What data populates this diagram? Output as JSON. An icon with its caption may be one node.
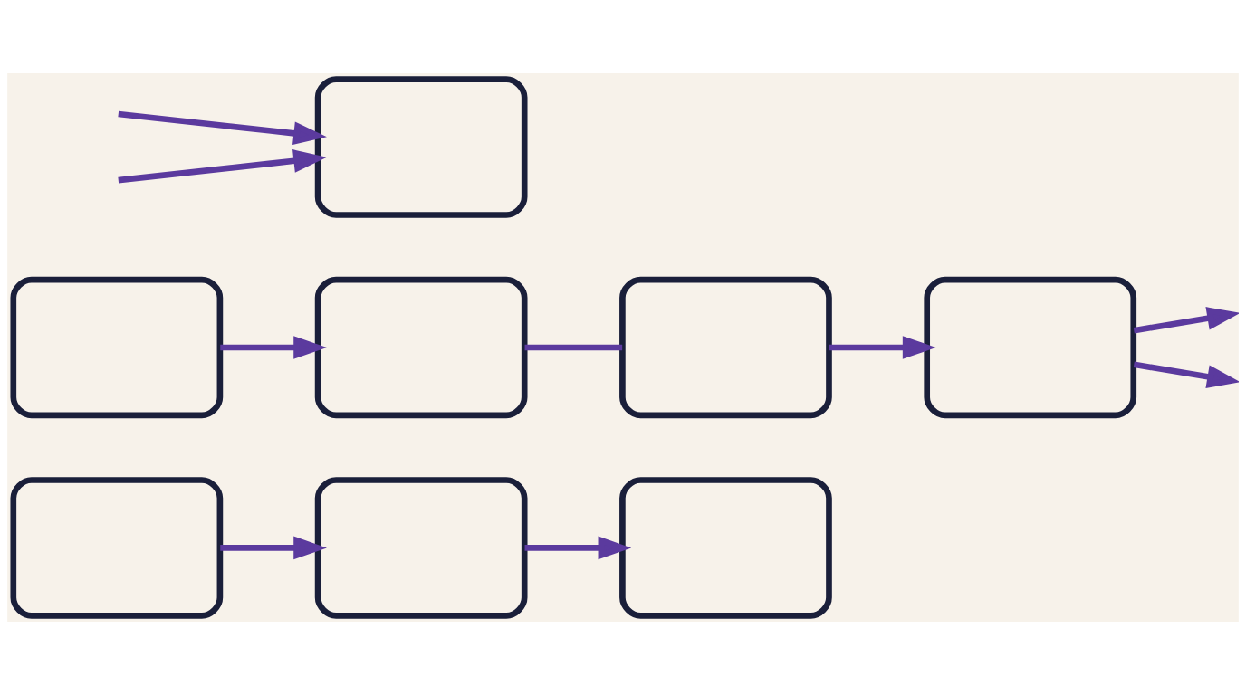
{
  "diagram": {
    "nodes": [
      {
        "text": [],
        "shape": "box"
      },
      {
        "text": [],
        "shape": "box"
      },
      {
        "text": [],
        "shape": "box"
      },
      {
        "text": [],
        "shape": "box"
      },
      {
        "text": [],
        "shape": "box"
      },
      {
        "text": [],
        "shape": "box"
      },
      {
        "text": [],
        "shape": "box"
      },
      {
        "text": [],
        "shape": "box"
      }
    ],
    "edges": [
      {
        "from": 0,
        "to": 3,
        "arrow": "to"
      },
      {
        "from": 3,
        "to": 1,
        "arrow": "to"
      },
      {
        "from": 2,
        "to": 6,
        "arrow": "to"
      },
      {
        "from": 6,
        "to": 7,
        "arrow": "none"
      },
      {
        "from": 7,
        "to": 4,
        "arrow": "to"
      },
      {
        "from": 4,
        "to": null,
        "arrow": "to"
      },
      {
        "from": null,
        "to": 5,
        "arrow": "to"
      },
      {
        "from": 4,
        "to": null,
        "arrow": "to"
      },
      {
        "from": null,
        "to": 5,
        "arrow": "to"
      }
    ]
  }
}
